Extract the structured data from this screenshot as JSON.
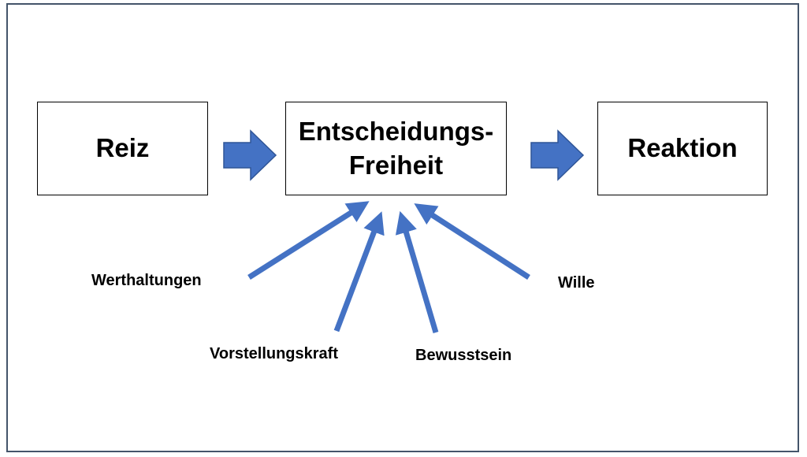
{
  "boxes": {
    "reiz": "Reiz",
    "entscheidung_line1": "Entscheidungs-",
    "entscheidung_line2": "Freiheit",
    "reaktion": "Reaktion"
  },
  "influences": {
    "werthaltungen": "Werthaltungen",
    "vorstellungskraft": "Vorstellungskraft",
    "bewusstsein": "Bewusstsein",
    "wille": "Wille"
  },
  "colors": {
    "arrow_fill": "#4472c4",
    "arrow_stroke": "#2f5597",
    "box_border": "#000000",
    "frame_border": "#44546a"
  }
}
